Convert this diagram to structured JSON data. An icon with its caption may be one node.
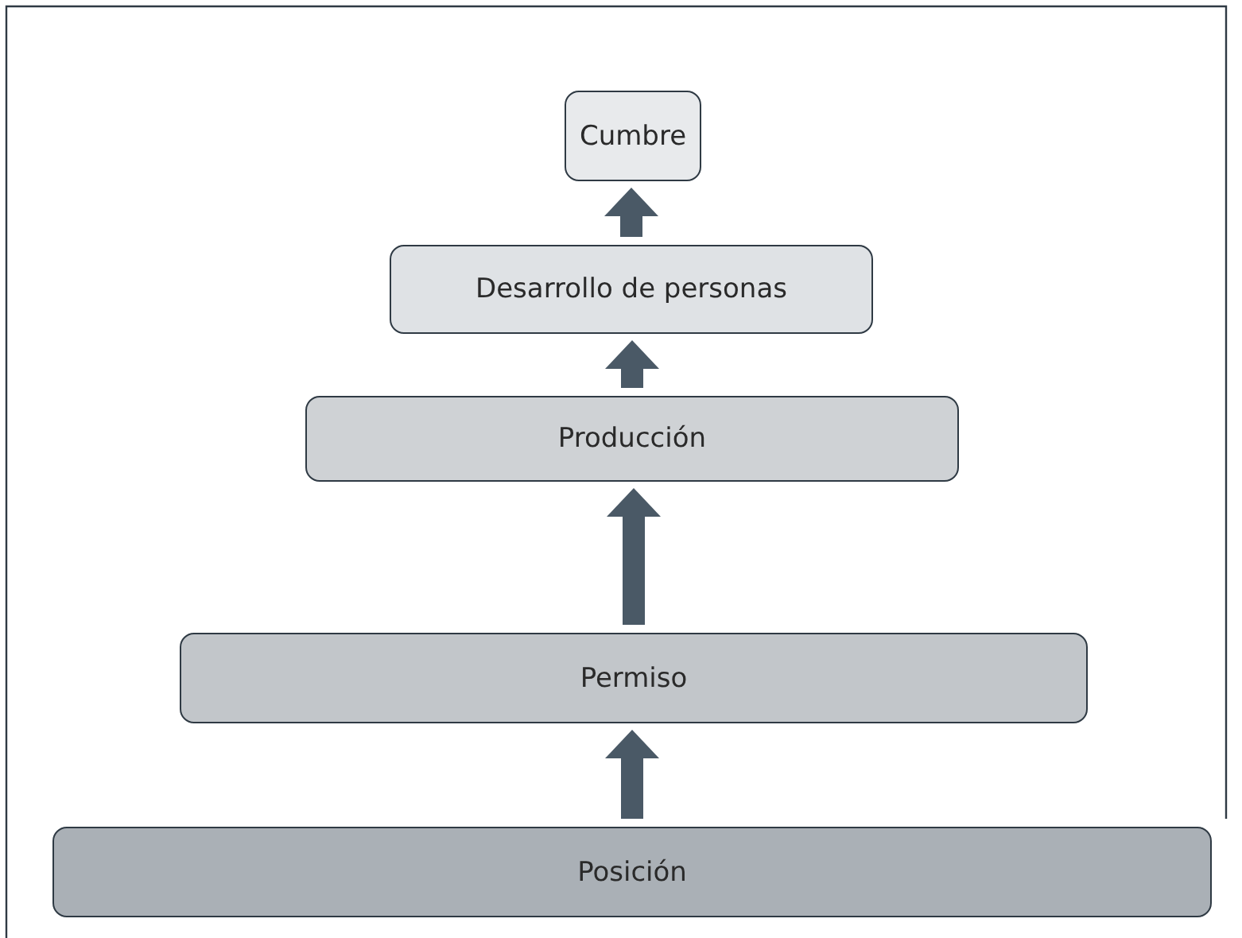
{
  "diagram": {
    "nodes": [
      {
        "text": [
          "Cumbre"
        ]
      },
      {
        "text": [
          "Desarrollo de personas"
        ]
      },
      {
        "text": [
          "Producción"
        ]
      },
      {
        "text": [
          "Permiso"
        ]
      },
      {
        "text": [
          "Posición"
        ]
      }
    ],
    "edges": [
      {
        "from": 4,
        "to": 3,
        "arrow": "to"
      },
      {
        "from": 3,
        "to": 2,
        "arrow": "to"
      },
      {
        "from": 2,
        "to": 1,
        "arrow": "to"
      },
      {
        "from": 1,
        "to": 0,
        "arrow": "to"
      }
    ]
  }
}
